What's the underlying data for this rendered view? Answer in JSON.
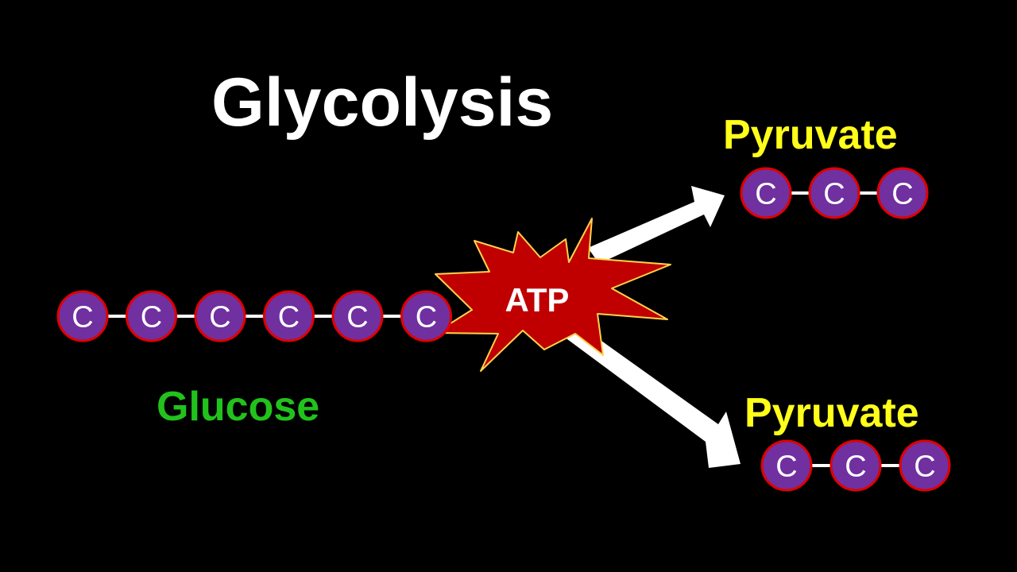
{
  "title": "Glycolysis",
  "glucose": {
    "label": "Glucose",
    "atoms": [
      "C",
      "C",
      "C",
      "C",
      "C",
      "C"
    ]
  },
  "pyruvate_top": {
    "label": "Pyruvate",
    "atoms": [
      "C",
      "C",
      "C"
    ]
  },
  "pyruvate_bottom": {
    "label": "Pyruvate",
    "atoms": [
      "C",
      "C",
      "C"
    ]
  },
  "burst": {
    "label": "ATP"
  },
  "colors": {
    "background": "#000000",
    "title": "#ffffff",
    "glucose_label": "#22c21c",
    "pyruvate_label": "#ffff1a",
    "atom_fill": "#7030a0",
    "atom_stroke": "#e00000",
    "atom_text": "#ffffff",
    "bond": "#ffffff",
    "burst_fill": "#c00000",
    "burst_stroke": "#ffd24a",
    "arrow": "#ffffff"
  }
}
